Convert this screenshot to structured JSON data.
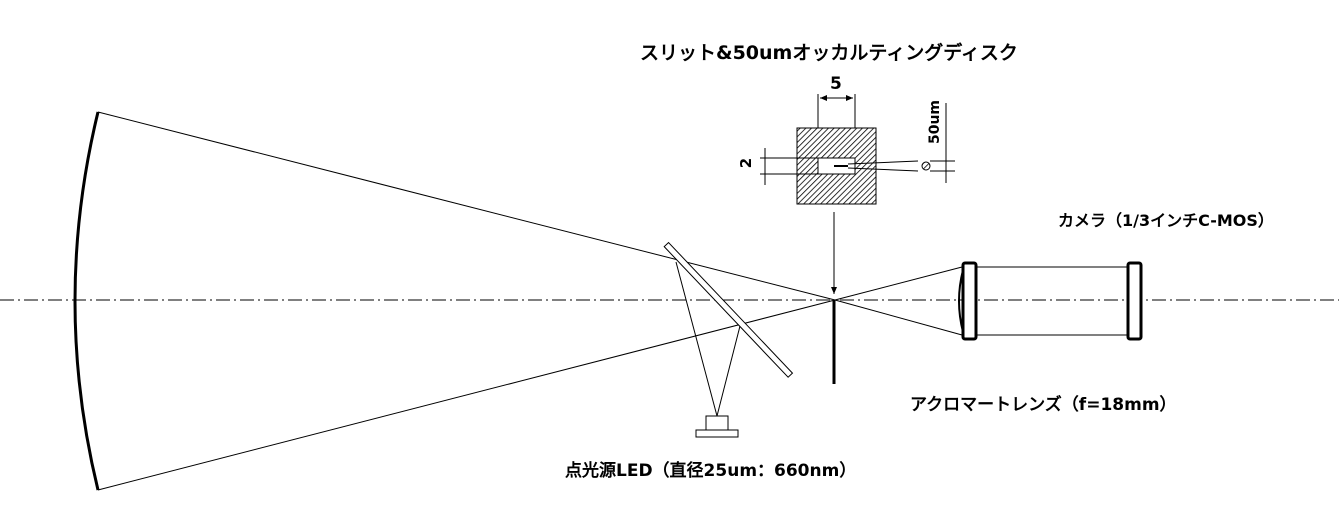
{
  "labels": {
    "slit_disk": "スリット&50umオッカルティングディスク",
    "camera": "カメラ（1/3インチC-MOS）",
    "lens": "アクロマートレンズ（f=18mm）",
    "led": "点光源LED（直径25um：660nm）"
  },
  "dimensions": {
    "slit_width": "5",
    "slit_height": "2",
    "disk_diameter": "50um"
  }
}
